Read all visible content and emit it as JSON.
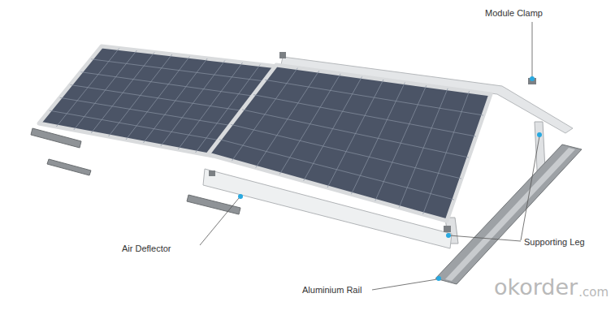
{
  "diagram": {
    "labels": [
      "Module Clamp",
      "Air Deflector",
      "Supporting Leg",
      "Aluminium Rail",
      "okorder",
      ".com"
    ]
  }
}
